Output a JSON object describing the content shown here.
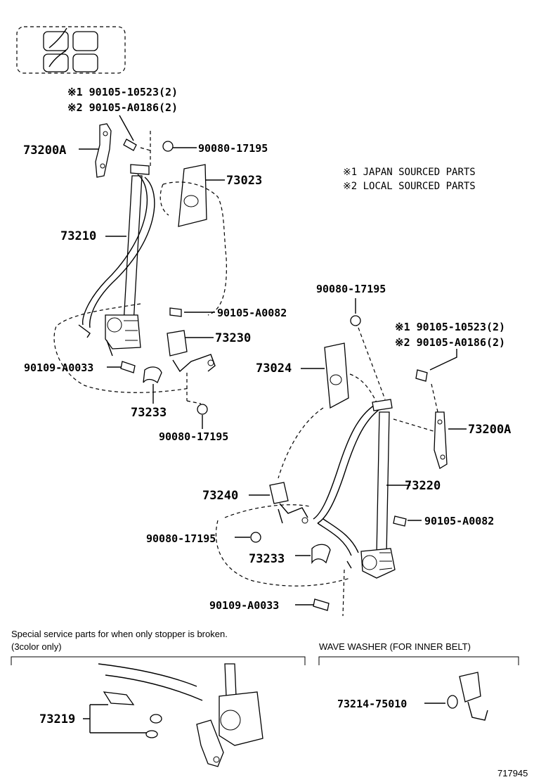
{
  "seat_icon": {
    "name": "seat-layout-icon"
  },
  "notes": {
    "mark1_label": "※1",
    "mark2_label": "※2",
    "note1": "※1 JAPAN SOURCED PARTS",
    "note2": "※2 LOCAL SOURCED PARTS"
  },
  "upper_left": {
    "bolt_a1": "90105-10523(2)",
    "bolt_a2": "90105-A0186(2)",
    "anchor": "73200A",
    "nut_top": "90080-17195",
    "cover": "73023",
    "belt": "73210",
    "bolt_mid": "90105-A0082",
    "buckle": "73230",
    "bolt_low": "90109-A0033",
    "stopper": "73233",
    "nut_low": "90080-17195"
  },
  "right": {
    "nut_top": "90080-17195",
    "bolt_a1": "90105-10523(2)",
    "bolt_a2": "90105-A0186(2)",
    "cover": "73024",
    "anchor": "73200A",
    "belt": "73220",
    "buckle": "73240",
    "bolt_mid": "90105-A0082",
    "nut_low": "90080-17195",
    "stopper": "73233",
    "bolt_low": "90109-A0033"
  },
  "bottom": {
    "special_text_1": "Special service parts for when only stopper is broken.",
    "special_text_2": "(3color only)",
    "stopper_part": "73219",
    "washer_title": "WAVE WASHER (FOR INNER BELT)",
    "washer_part": "73214-75010",
    "figure_no": "717945"
  }
}
